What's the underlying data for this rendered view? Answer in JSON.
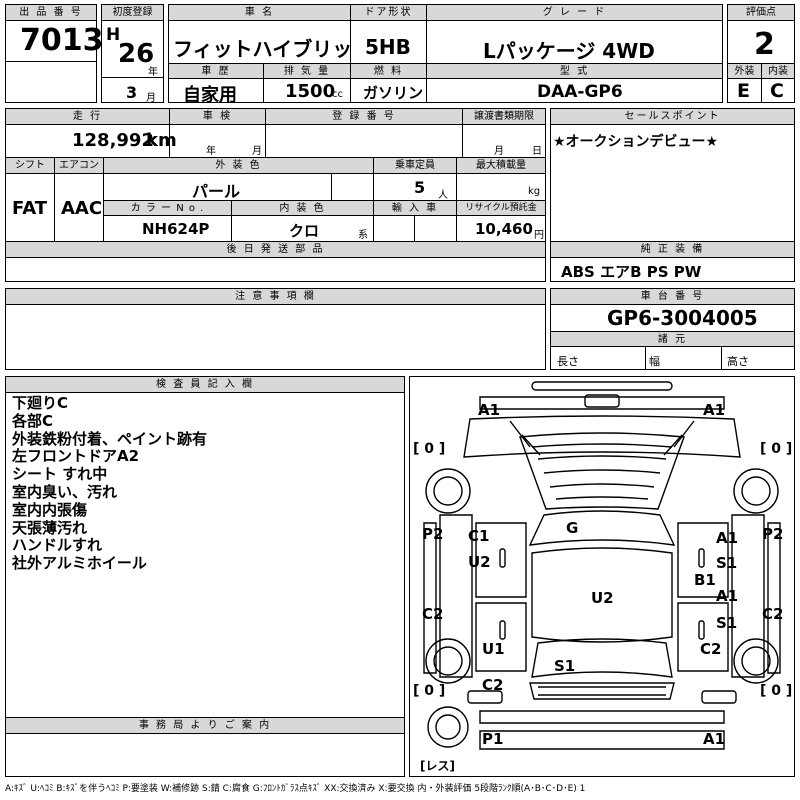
{
  "lot": {
    "label": "出 品 番 号",
    "value": "7013"
  },
  "first_reg": {
    "label": "初度登録",
    "era": "H",
    "year": "26",
    "year_unit": "年",
    "month": "3",
    "month_unit": "月"
  },
  "car_name": {
    "label": "車 名",
    "value": "フィットハイブリッド"
  },
  "history": {
    "label": "車 歴",
    "value": "自家用"
  },
  "displacement": {
    "label": "排 気 量",
    "value": "1500",
    "unit": "cc"
  },
  "door": {
    "label": "ドア形状",
    "value": "5HB"
  },
  "fuel": {
    "label": "燃 料",
    "value": "ガソリン"
  },
  "grade": {
    "label": "グ レ ー ド",
    "value": "Lパッケージ 4WD"
  },
  "model": {
    "label": "型 式",
    "value": "DAA-GP6"
  },
  "score": {
    "label": "評価点",
    "value": "2"
  },
  "exterior": {
    "label": "外装",
    "value": "E"
  },
  "interior": {
    "label": "内装",
    "value": "C"
  },
  "mileage": {
    "label": "走 行",
    "value": "128,992",
    "unit": "km"
  },
  "inspection": {
    "label": "車 検",
    "year_unit": "年",
    "month_unit": "月"
  },
  "reg_no": {
    "label": "登 録 番 号"
  },
  "transfer_deadline": {
    "label": "譲渡書類期限",
    "month_unit": "月",
    "day_unit": "日"
  },
  "shift": {
    "label": "シフト",
    "value": "FAT"
  },
  "aircon": {
    "label": "エアコン",
    "value": "AAC"
  },
  "ext_color": {
    "label": "外 装 色",
    "value": "パール"
  },
  "capacity": {
    "label": "乗車定員",
    "value": "5",
    "unit": "人"
  },
  "max_load": {
    "label": "最大積載量",
    "unit": "kg"
  },
  "color_no": {
    "label": "カ ラ ー N o .",
    "value": "NH624P"
  },
  "int_color": {
    "label": "内 装 色",
    "value": "クロ",
    "unit": "系"
  },
  "import": {
    "label": "輸 入 車"
  },
  "recycle": {
    "label": "リサイクル預託金",
    "value": "10,460",
    "unit": "円"
  },
  "later_parts": {
    "label": "後 日 発 送 部 品"
  },
  "sales_point": {
    "label": "セールスポイント",
    "value": "★オークションデビュー★"
  },
  "equipment": {
    "label": "純 正 装 備",
    "value": "ABS エアB PS PW"
  },
  "notes": {
    "label": "注 意 事 項 欄"
  },
  "chassis": {
    "label": "車 台 番 号",
    "value": "GP6-3004005"
  },
  "specs": {
    "label": "諸 元",
    "length": "長さ",
    "width": "幅",
    "height": "高さ"
  },
  "inspector": {
    "label": "検 査 員 記 入 欄",
    "lines": [
      "下廻りC",
      "各部C",
      "外装鉄粉付着、ペイント跡有",
      "左フロントドアA2",
      "シート すれ中",
      "室内臭い、汚れ",
      "室内内張傷",
      "天張薄汚れ",
      "ハンドルすれ",
      "社外アルミホイール"
    ]
  },
  "office": {
    "label": "事 務 局 よ り ご 案 内"
  },
  "diagram": {
    "marks": {
      "front_left": "A1",
      "front_right": "A1",
      "hood": "G",
      "left_fender_top": "C1",
      "left_fender_bottom": "U2",
      "right_door_front": "A1",
      "right_door_front2": "S1",
      "right_pillar": "B1",
      "right_door_rear": "A1",
      "right_door_rear2": "S1",
      "roof": "U2",
      "left_pillar_p2": "P2",
      "right_pillar_p2": "P2",
      "left_c2": "C2",
      "right_c2": "C2",
      "left_rear_u1": "U1",
      "right_rear_c2": "C2",
      "trunk": "S1",
      "rear_left_c2": "C2",
      "rear_p1": "P1",
      "rear_a1": "A1"
    },
    "tires": {
      "fl": "[ 0 ]",
      "fr": "[ 0 ]",
      "rl": "[ 0 ]",
      "rr": "[ 0 ]"
    },
    "spare": "[レス]"
  },
  "legend": "A:ｷｽﾞ U:ﾍｺﾐ B:ｷｽﾞを伴うﾍｺﾐ P:要塗装 W:補修跡 S:錆 C:腐食 G:ﾌﾛﾝﾄｶﾞﾗｽ点ｷｽﾞ XX:交換済み X:要交換 内・外装評価 5段階ﾗﾝｸ順(A･B･C･D･E) 1"
}
